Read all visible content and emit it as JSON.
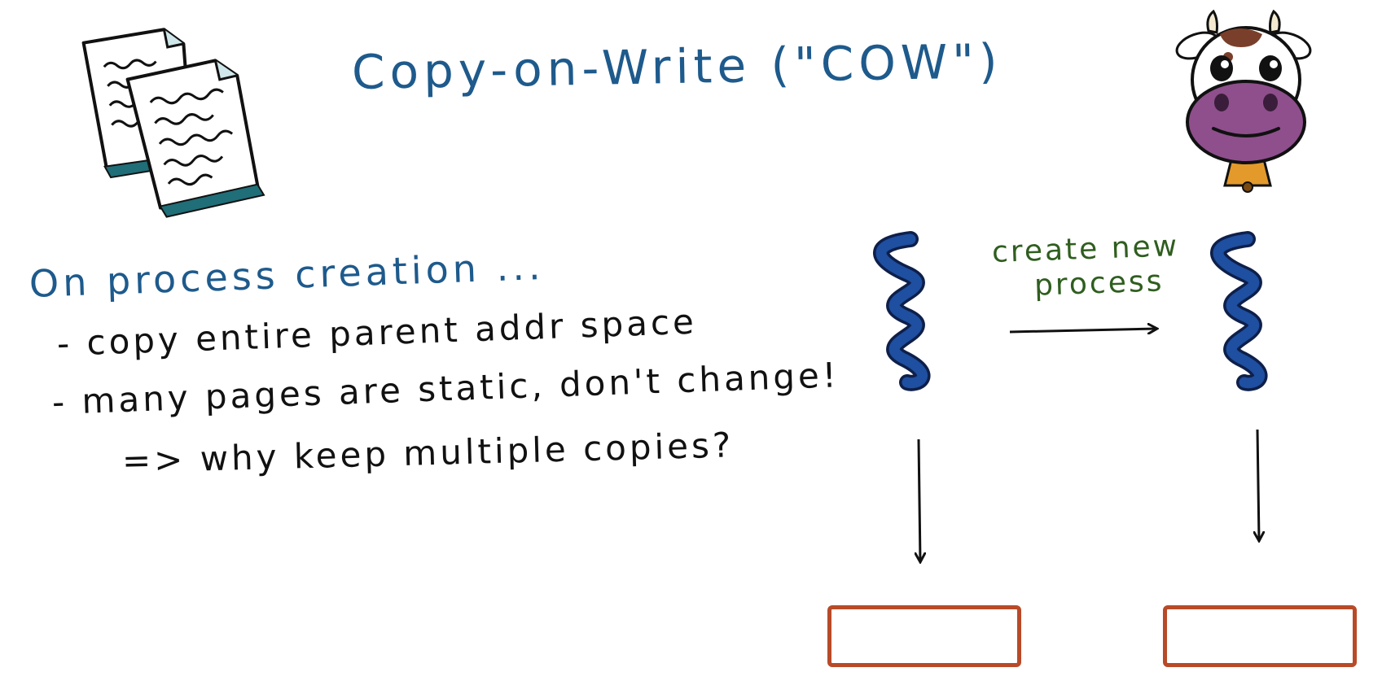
{
  "title": "Copy-on-Write (\"COW\")",
  "heading": "On process creation ...",
  "bullets": [
    "- copy entire parent addr space",
    "- many pages are static, don't change!",
    "=> why keep multiple copies?"
  ],
  "arrow_label": {
    "line1": "create new",
    "line2": "process"
  },
  "icons": {
    "documents": "documents-icon",
    "cow": "cow-mascot-icon",
    "thread": "thread-squiggle-icon"
  },
  "colors": {
    "title": "#1e5a8c",
    "body_text": "#111111",
    "label": "#2f5e1f",
    "thread": "#1e4fa0",
    "box_border": "#b84a28",
    "cow_face": "#8e4f8c"
  }
}
